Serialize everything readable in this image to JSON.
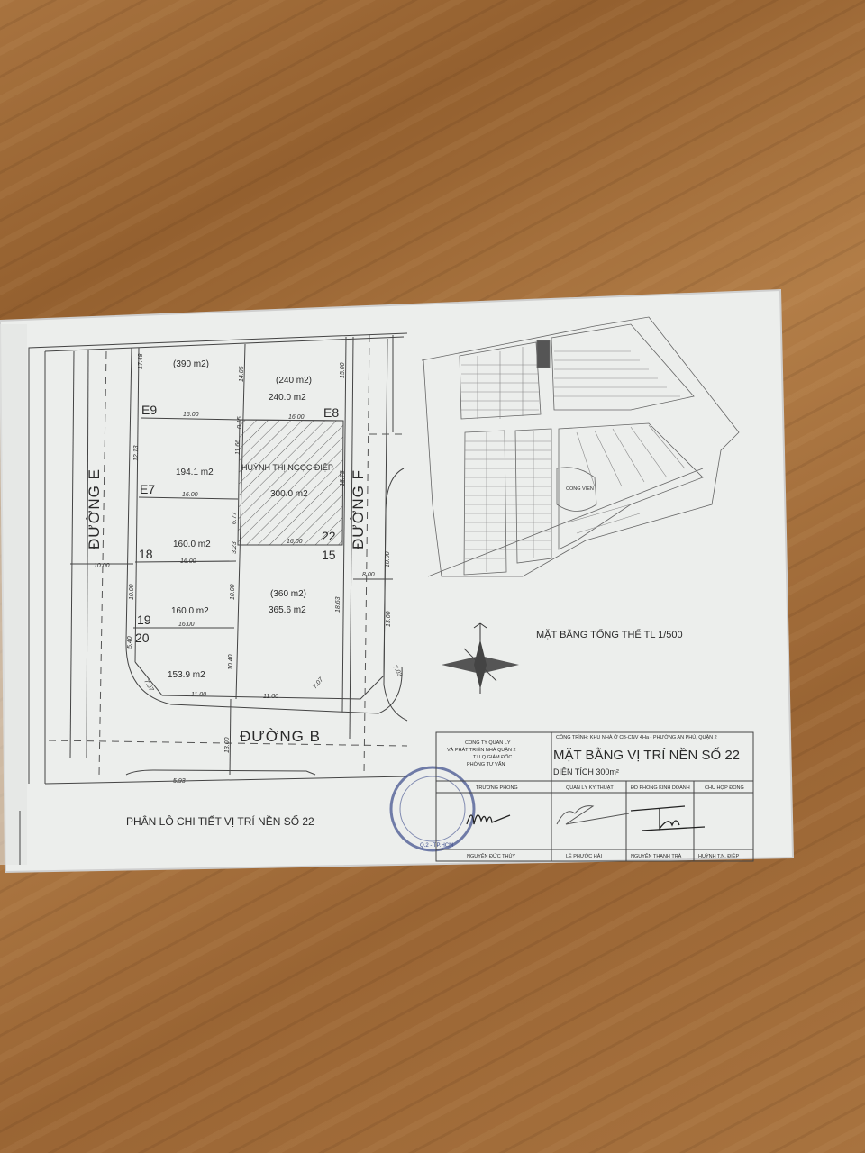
{
  "plan": {
    "caption": "PHÂN LÔ CHI TIẾT VỊ TRÍ NỀN SỐ 22",
    "roads": {
      "e": "ĐƯỜNG E",
      "f": "ĐƯỜNG F",
      "b": "ĐƯỜNG B"
    },
    "lots": [
      {
        "id": "E9",
        "legal_area": "(390 m2)"
      },
      {
        "id": "E8",
        "legal_area": "(240 m2)",
        "area": "240.0 m2"
      },
      {
        "id": "E7",
        "area": "194.1 m2"
      },
      {
        "id": "22",
        "owner": "HUỲNH THỊ NGỌC ĐIỆP",
        "area": "300.0 m2"
      },
      {
        "id": "18",
        "area": "160.0 m2"
      },
      {
        "id": "15",
        "legal_area": "(360 m2)",
        "area": "365.6 m2"
      },
      {
        "id": "19",
        "area": "160.0 m2"
      },
      {
        "id": "20",
        "area": "153.9 m2"
      }
    ],
    "dimensions": [
      "17.48",
      "14.85",
      "15.00",
      "16.00",
      "16.00",
      "0.15",
      "11.66",
      "12.13",
      "16.00",
      "18.75",
      "6.77",
      "3.23",
      "16.00",
      "16.00",
      "10.00",
      "10.00",
      "10.00",
      "8.00",
      "10.00",
      "18.63",
      "13.00",
      "16.00",
      "5.40",
      "10.40",
      "7.07",
      "7.07",
      "11.00",
      "11.00",
      "13.00",
      "5.93",
      "7.03"
    ]
  },
  "overview": {
    "title": "MẶT BẰNG TỔNG THỂ TL 1/500",
    "park_label": "CÔNG VIÊN"
  },
  "title_block": {
    "company_line1": "CÔNG TY QUẢN LÝ",
    "company_line2": "VÀ PHÁT TRIỂN NHÀ QUẬN 2",
    "company_line3": "T.U.Q GIÁM ĐỐC",
    "company_line4": "PHÒNG TƯ VẤN",
    "project": "CÔNG TRÌNH: KHU NHÀ Ở CB-CNV 4Ha - PHƯỜNG AN PHÚ, QUẬN 2",
    "heading": "MẶT BẰNG VỊ TRÍ NỀN SỐ 22",
    "area_label": "DIỆN TÍCH  300m²",
    "roles": [
      "TRƯỞNG PHÒNG",
      "QUẢN LÝ KỸ THUẬT",
      "ĐD PHÒNG KINH DOANH",
      "CHỦ HỢP ĐỒNG"
    ],
    "names": [
      "NGUYỄN ĐỨC THỦY",
      "LÊ PHƯỚC HẢI",
      "NGUYỄN THANH TRÀ",
      "HUỲNH T.N. ĐIỆP"
    ],
    "stamp_text": "Q.2 - TP.HCM"
  },
  "colors": {
    "paper": "#eeeeec",
    "ink": "#333333",
    "stamp": "#3a4a8a"
  }
}
